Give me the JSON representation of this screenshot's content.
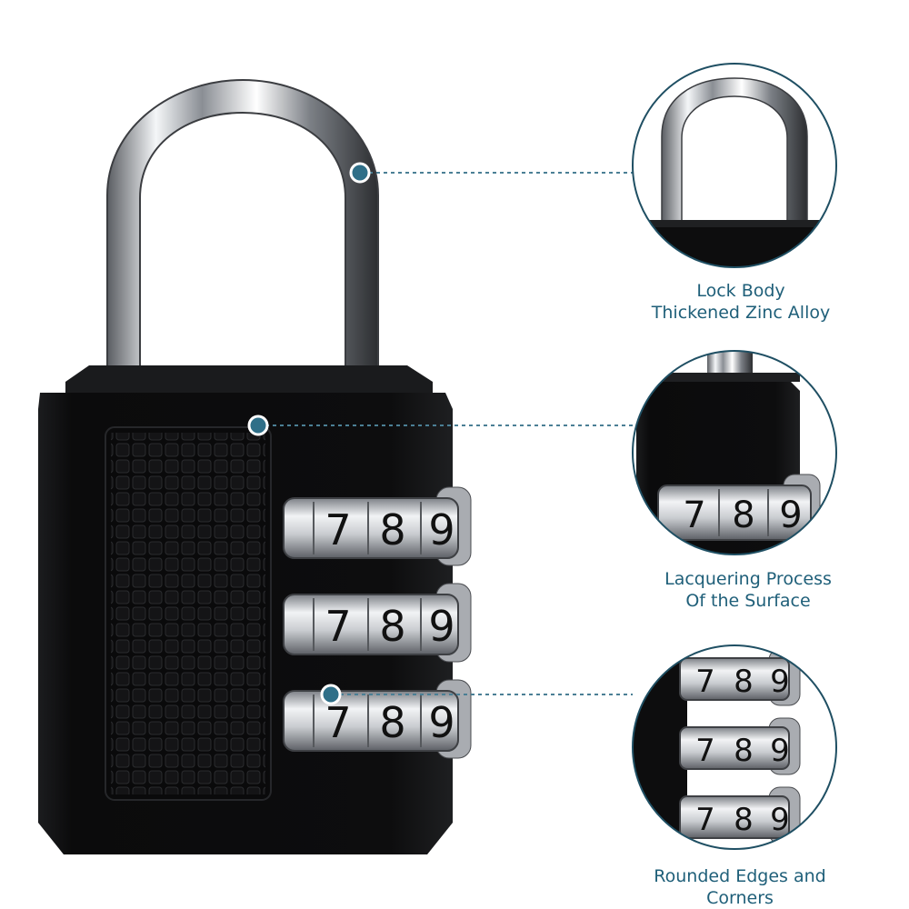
{
  "callouts": [
    {
      "line1": "Lock Body",
      "line2": "Thickened Zinc Alloy"
    },
    {
      "line1": "Lacquering Process",
      "line2": "Of the Surface"
    },
    {
      "line1": "Rounded Edges and",
      "line2": "Corners"
    }
  ],
  "dials": {
    "digits": [
      "7",
      "8",
      "9"
    ]
  },
  "colors": {
    "accent": "#2f6f88",
    "body": "#0c0c0d",
    "caption": "#1f5f79"
  }
}
